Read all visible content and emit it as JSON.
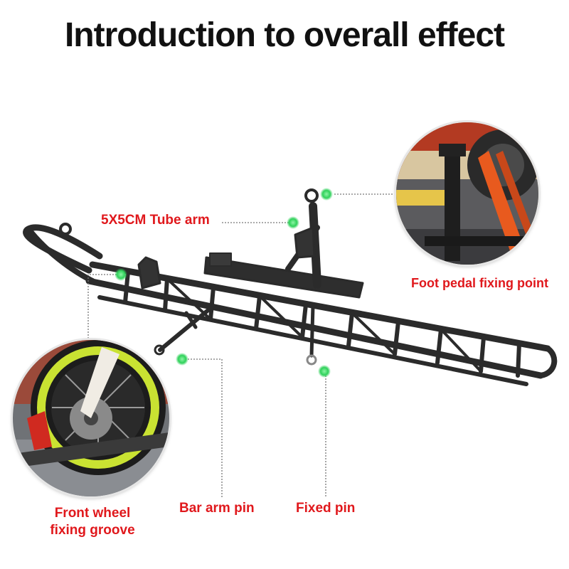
{
  "title": "Introduction to overall effect",
  "labels": {
    "tube_arm": "5X5CM  Tube arm",
    "foot_pedal": "Foot pedal fixing point",
    "front_wheel_line1": "Front wheel",
    "front_wheel_line2": "fixing groove",
    "bar_arm_pin": "Bar arm pin",
    "fixed_pin": "Fixed pin"
  },
  "colors": {
    "label": "#e0181c",
    "marker": "#2fd15a",
    "rack": "#2b2b2b",
    "title": "#111111"
  }
}
